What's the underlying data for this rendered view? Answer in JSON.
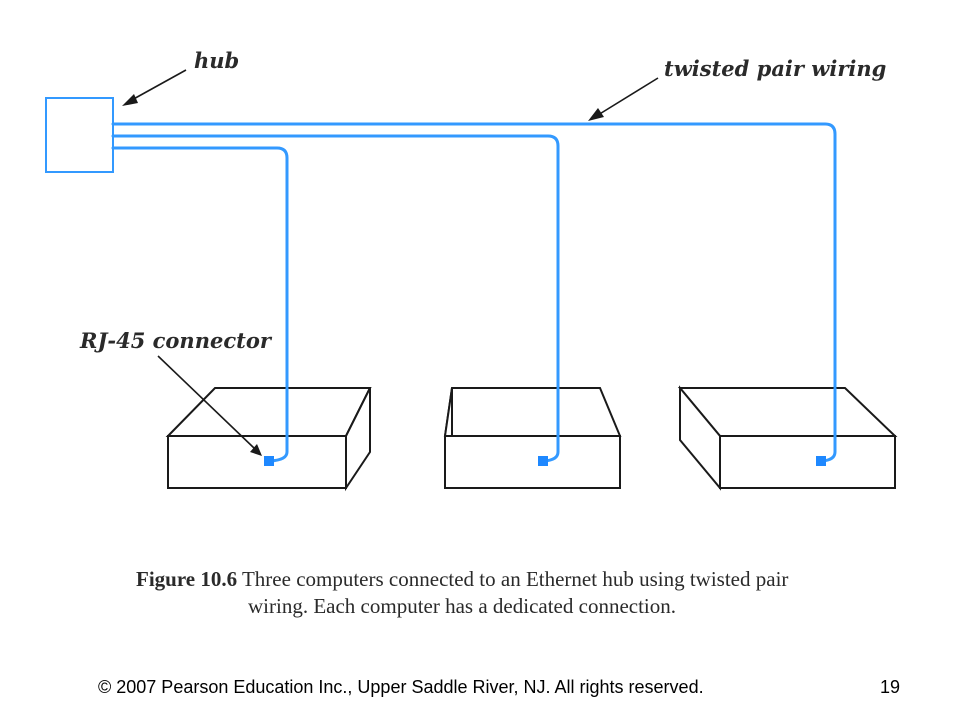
{
  "diagram": {
    "labels": {
      "hub": "hub",
      "twisted_pair": "twisted pair wiring",
      "rj45": "RJ-45 connector"
    },
    "colors": {
      "wire": "#3399ff",
      "connector": "#1e88ff",
      "hub_outline": "#3399ff",
      "box_outline": "#1a1a1a"
    },
    "computers": [
      "computer-1",
      "computer-2",
      "computer-3"
    ]
  },
  "caption": {
    "label": "Figure 10.6",
    "line1": "Three computers connected to an Ethernet hub using twisted pair",
    "line2": "wiring.  Each computer has a dedicated connection."
  },
  "footer": {
    "copyright": "© 2007 Pearson Education Inc., Upper Saddle River, NJ. All rights reserved.",
    "page_number": "19"
  }
}
